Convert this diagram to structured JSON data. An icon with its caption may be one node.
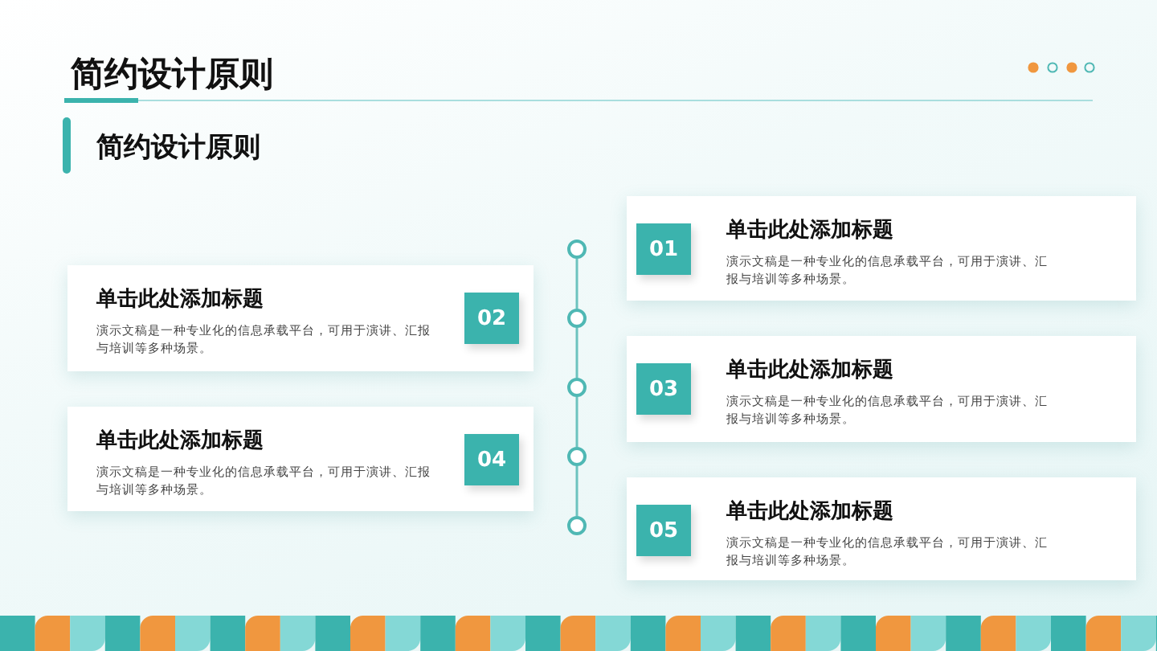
{
  "diagram": {
    "title": "简约设计原则",
    "nodes": [
      {
        "text": [
          "单击此处添加标题",
          "演示文稿是一种专业化的信息承载平台，可用于演讲、汇报与培训等多种场景。"
        ]
      },
      {
        "text": [
          "01"
        ],
        "in": 0
      },
      {
        "text": [
          "单击此处添加标题",
          "演示文稿是一种专业化的信息承载平台，可用于演讲、汇报与培训等多种场景。"
        ]
      },
      {
        "text": [
          "02"
        ],
        "in": 2
      },
      {
        "text": [
          "单击此处添加标题",
          "演示文稿是一种专业化的信息承载平台，可用于演讲、汇报与培训等多种场景。"
        ]
      },
      {
        "text": [
          "03"
        ],
        "in": 4
      },
      {
        "text": [
          "单击此处添加标题",
          "演示文稿是一种专业化的信息承载平台，可用于演讲、汇报与培训等多种场景。"
        ]
      },
      {
        "text": [
          "04"
        ],
        "in": 6
      },
      {
        "text": [
          "单击此处添加标题",
          "演示文稿是一种专业化的信息承载平台，可用于演讲、汇报与培训等多种场景。"
        ]
      },
      {
        "text": [
          "05"
        ],
        "in": 8
      },
      {
        "text": [],
        "shape": "circle"
      },
      {
        "text": [],
        "shape": "circle"
      },
      {
        "text": [],
        "shape": "circle"
      },
      {
        "text": [],
        "shape": "circle"
      },
      {
        "text": [],
        "shape": "circle"
      }
    ],
    "edges": [
      {
        "from": 10,
        "to": 11,
        "arrow": "none"
      },
      {
        "from": 11,
        "to": 12,
        "arrow": "none"
      },
      {
        "from": 12,
        "to": 13,
        "arrow": "none"
      },
      {
        "from": 13,
        "to": 14,
        "arrow": "none"
      }
    ],
    "labels": [
      "简约设计原则"
    ]
  }
}
